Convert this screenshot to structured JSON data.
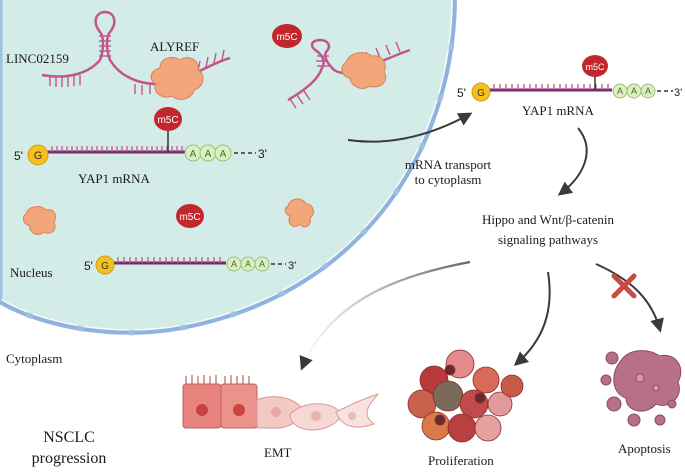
{
  "labels": {
    "linc": "LINC02159",
    "alyref": "ALYREF",
    "m5c": "m5C",
    "five_prime": "5'",
    "three_prime": "3'",
    "cap": "G",
    "polya": "A",
    "yap1_nucleus": "YAP1 mRNA",
    "yap1_cytoplasm": "YAP1 mRNA",
    "nucleus": "Nucleus",
    "cytoplasm": "Cytoplasm",
    "transport_line1": "mRNA transport",
    "transport_line2": "to cytoplasm",
    "pathway_line1": "Hippo and Wnt/β-catenin",
    "pathway_line2": "signaling pathways",
    "emt": "EMT",
    "proliferation": "Proliferation",
    "apoptosis": "Apoptosis",
    "nsclc_line1": "NSCLC",
    "nsclc_line2": "progression"
  },
  "colors": {
    "nucleus_fill": "#d3ece8",
    "nucleus_membrane": "#8fb2de",
    "rna": "#c4548c",
    "alyref": "#f2a679",
    "m5c": "#c2272d",
    "cap": "#f3c01c",
    "polya": "#d9f0c0",
    "inhibit": "#c94a45"
  }
}
